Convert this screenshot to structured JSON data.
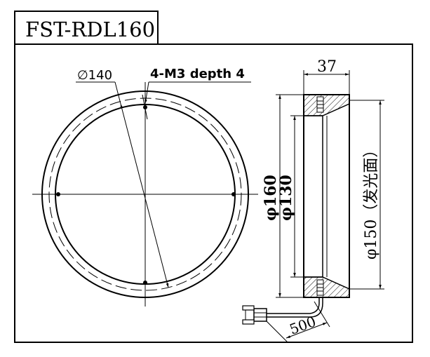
{
  "title": "FST-RDL160",
  "front_view": {
    "dia_label": "∅140",
    "hole_label": "4-M3 depth 4"
  },
  "side_view": {
    "width_label": "37",
    "outer_dia_label": "φ160",
    "inner_dia_label": "φ130",
    "emit_dia_label": "φ150（发光面）",
    "cable_length_label": "500"
  }
}
